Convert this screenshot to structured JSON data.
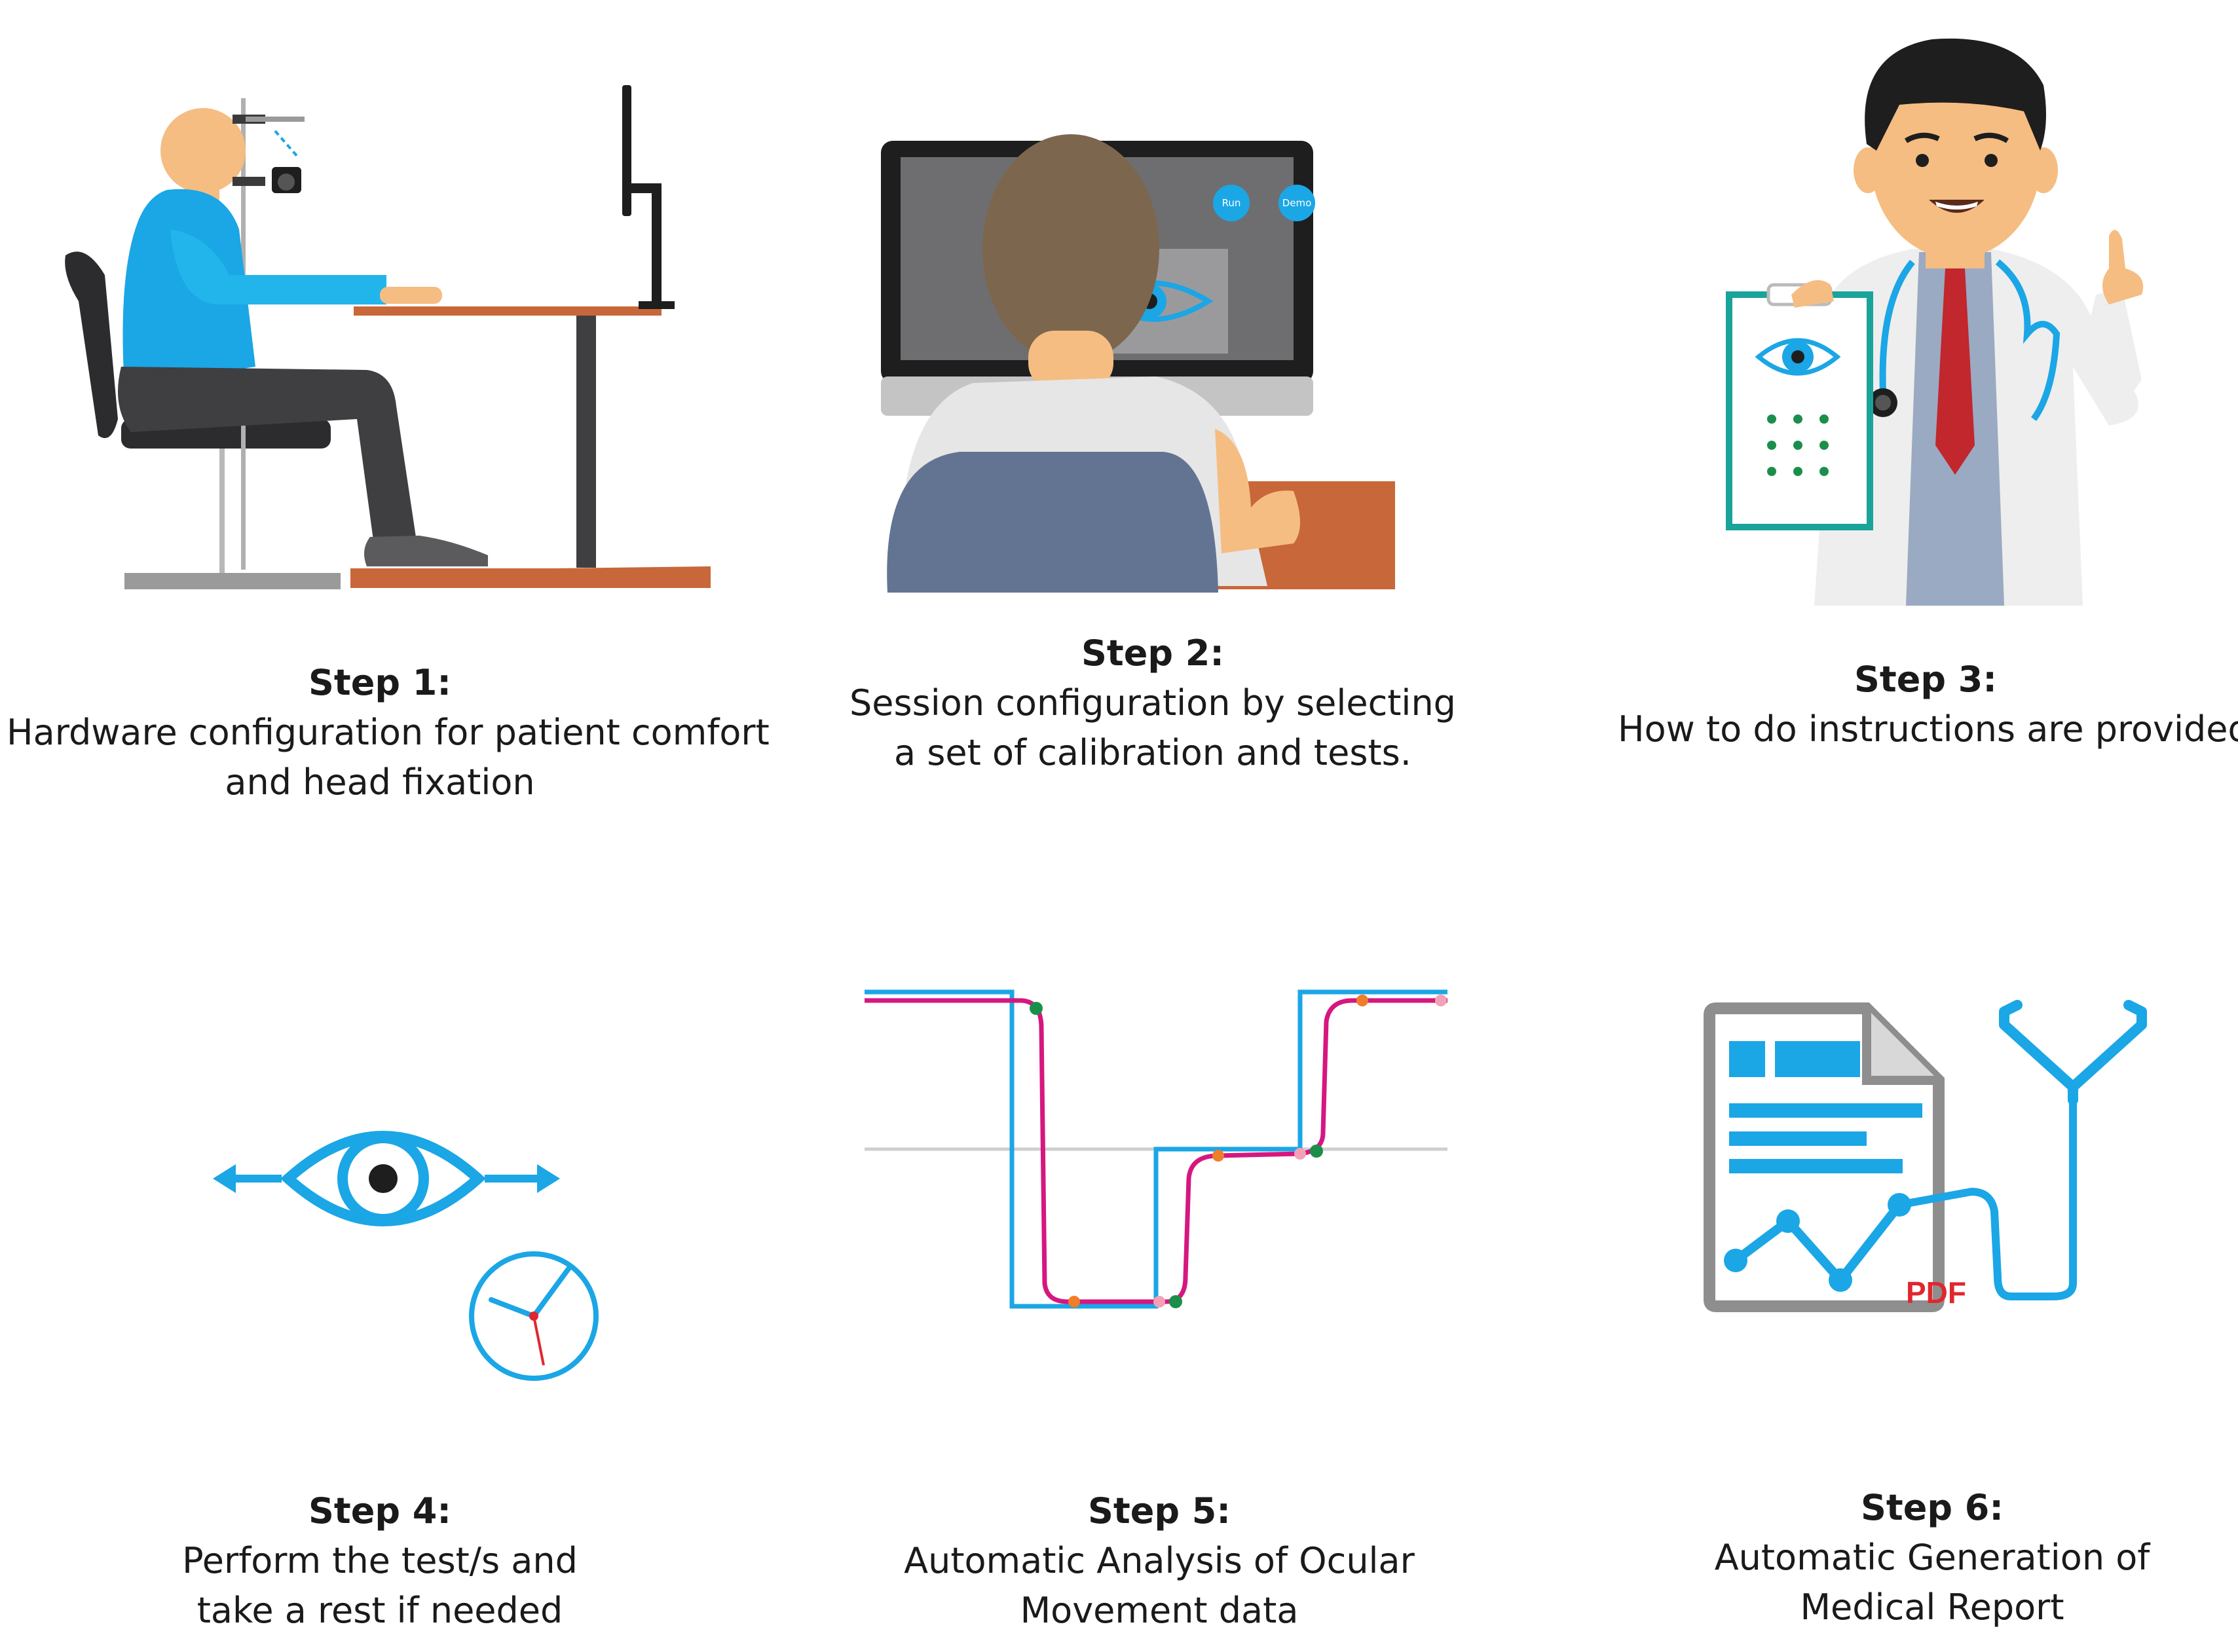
{
  "colors": {
    "accent_blue": "#1ba6e6",
    "magenta": "#d6177f",
    "orange_floor": "#c8673a",
    "skin": "#f5bd82",
    "dark_gray": "#3f3f42",
    "teal": "#1aa39a",
    "red_tie": "#c1272d",
    "pdf_red": "#e0262e",
    "dot_green": "#1b8f4a",
    "dot_orange": "#ef7d2a",
    "dot_pink": "#f2a1b7"
  },
  "steps": [
    {
      "step": "Step 1:",
      "lines": [
        "Hardware configuration for patient comfort",
        "and head fixation"
      ],
      "icon": "patient-seated-eye-tracker"
    },
    {
      "step": "Step 2:",
      "lines": [
        "Session configuration by selecting",
        "a set of calibration and tests."
      ],
      "icon": "operator-at-monitor"
    },
    {
      "step": "Step 3:",
      "lines": [
        "How to do instructions are provided"
      ],
      "icon": "doctor-with-clipboard"
    },
    {
      "step": "Step 4:",
      "lines": [
        "Perform the test/s and",
        "take a rest if needed"
      ],
      "icon": "eye-arrows-clock"
    },
    {
      "step": "Step 5:",
      "lines": [
        "Automatic Analysis of Ocular",
        "Movement  data"
      ],
      "icon": "gaze-trace-plot"
    },
    {
      "step": "Step 6:",
      "lines": [
        "Automatic Generation of",
        "Medical Report"
      ],
      "icon": "pdf-report-stethoscope"
    }
  ],
  "screen_buttons": {
    "run": "Run",
    "demo": "Demo"
  },
  "report_label": "PDF"
}
